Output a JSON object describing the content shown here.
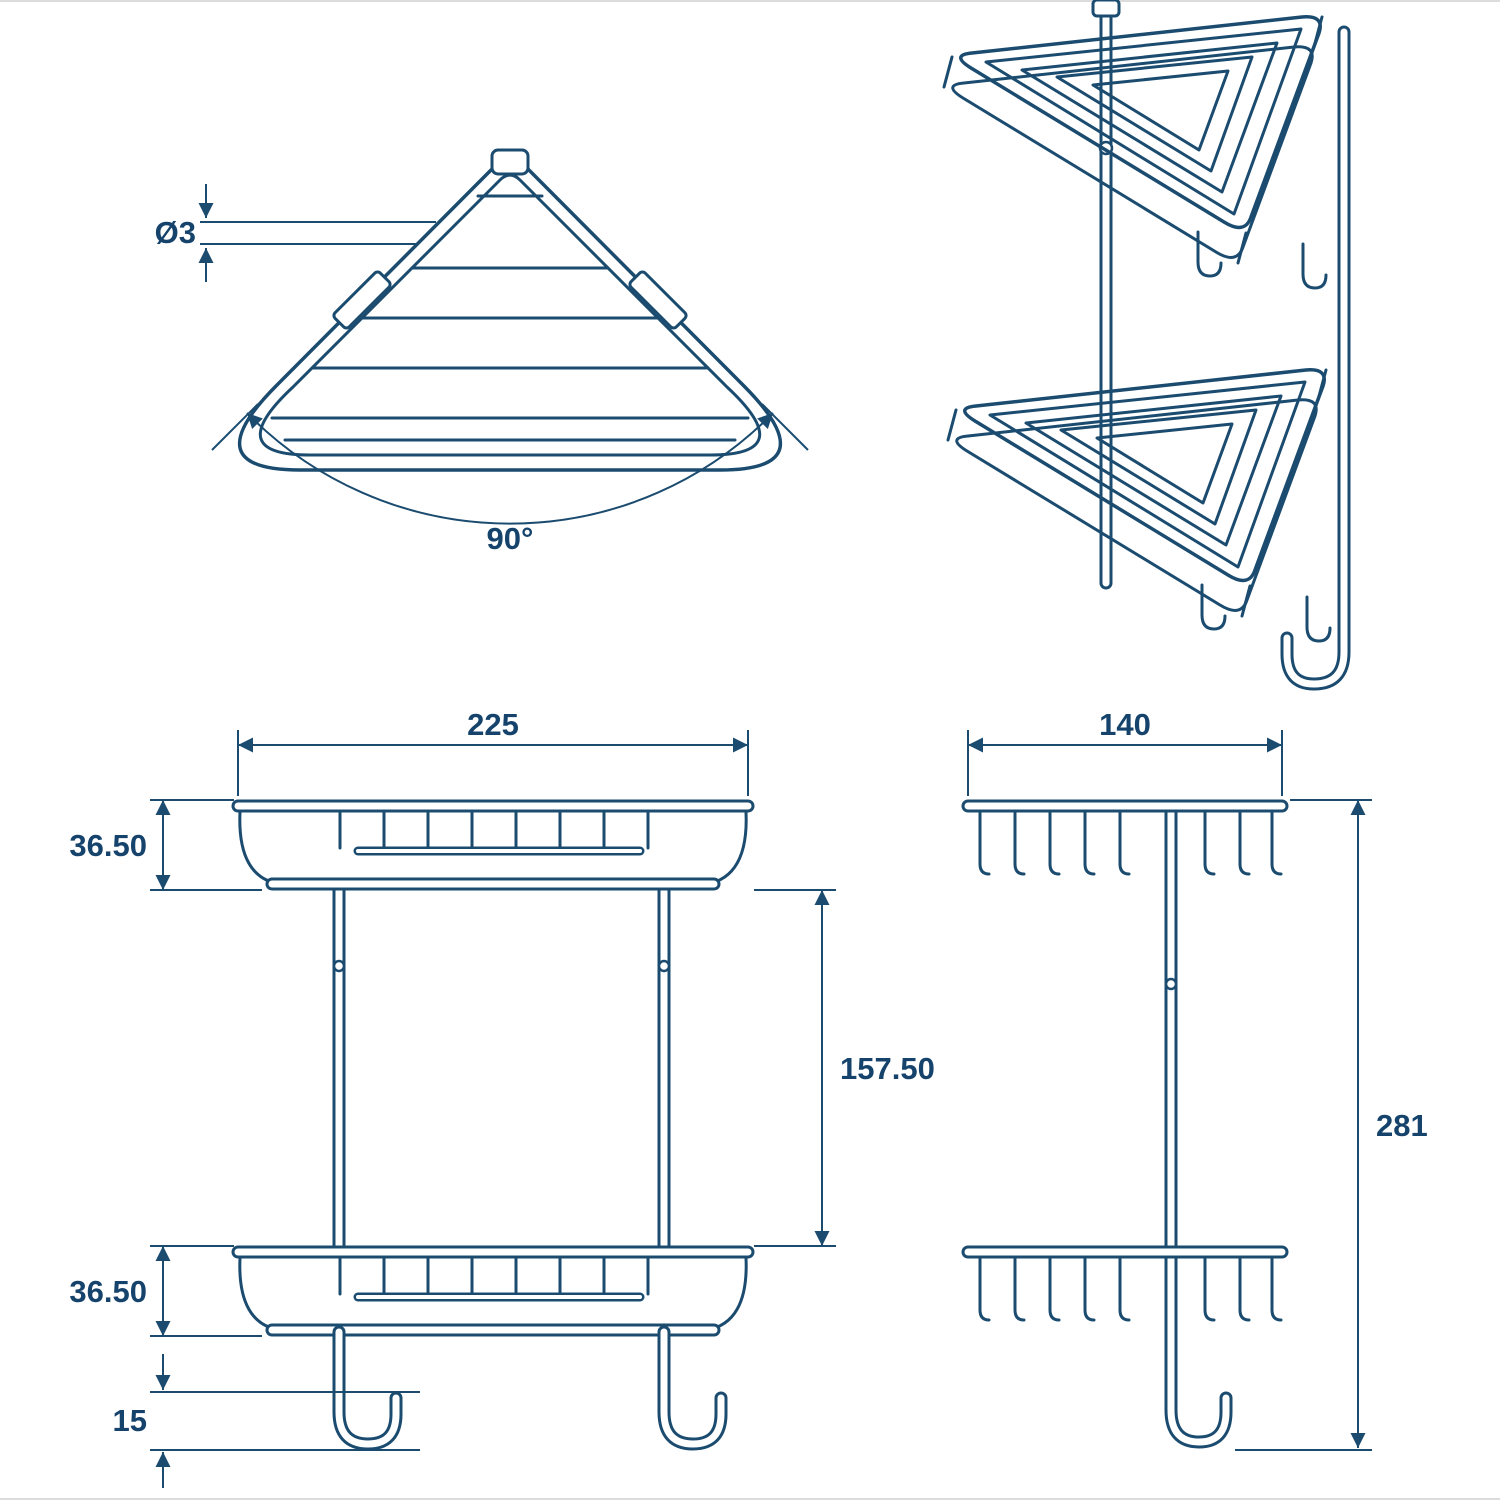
{
  "drawing": {
    "background": "#ffffff",
    "line_color": "#1b4c70",
    "text_color": "#15436b"
  },
  "dimensions": {
    "wire_diameter": "Ø3",
    "corner_angle": "90°",
    "overall_width": "225",
    "upper_basket_height": "36.50",
    "tier_spacing": "157.50",
    "lower_basket_height": "36.50",
    "hook_clearance": "15",
    "overall_depth": "140",
    "overall_height": "281"
  }
}
